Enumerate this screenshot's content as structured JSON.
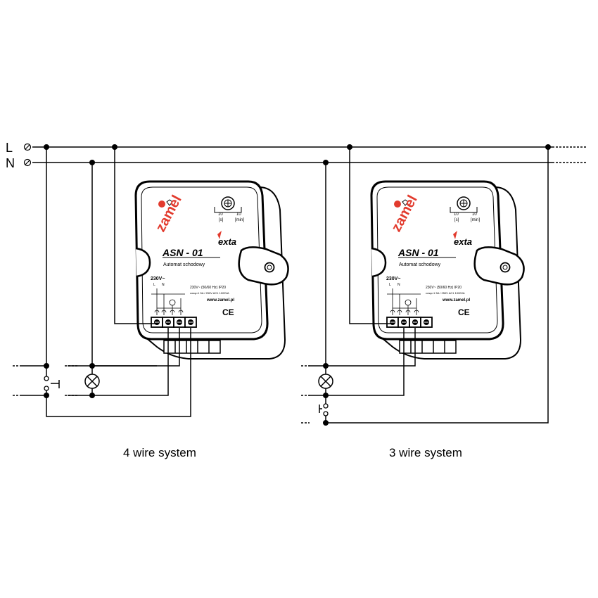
{
  "lines": {
    "l_label": "L",
    "n_label": "N"
  },
  "modules": [
    {
      "brand": "zamel",
      "model": "ASN - 01",
      "subtitle": "Automat schodowy",
      "voltage": "230V~",
      "rating": "230V~ (50/60 Hz) IP20",
      "load": "cosφ=1 5A / 250V AC1 1000VA",
      "website": "www.zamel.pl",
      "exta": "exta",
      "ce": "CE",
      "scale_left": "10",
      "scale_right": "10",
      "unit_left": "[s]",
      "unit_right": "[min]",
      "term_l": "L",
      "term_n": "N"
    },
    {
      "brand": "zamel",
      "model": "ASN - 01",
      "subtitle": "Automat schodowy",
      "voltage": "230V~",
      "rating": "230V~ (50/60 Hz) IP20",
      "load": "cosφ=1 5A / 250V AC1 1000VA",
      "website": "www.zamel.pl",
      "exta": "exta",
      "ce": "CE",
      "scale_left": "10",
      "scale_right": "10",
      "unit_left": "[s]",
      "unit_right": "[min]",
      "term_l": "L",
      "term_n": "N"
    }
  ],
  "captions": {
    "left": "4 wire system",
    "right": "3 wire system"
  }
}
